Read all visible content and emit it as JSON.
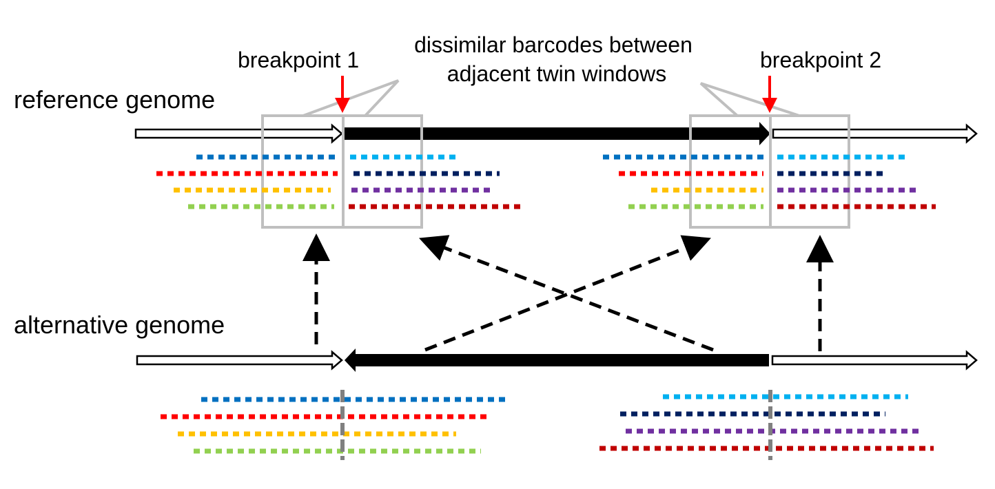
{
  "labels": {
    "reference_genome": "reference genome",
    "alternative_genome": "alternative genome",
    "breakpoint1": "breakpoint 1",
    "breakpoint2": "breakpoint 2",
    "annotation_line1": "dissimilar barcodes between",
    "annotation_line2": "adjacent twin windows"
  },
  "colors": {
    "blue": "#0070c0",
    "red": "#ff0000",
    "orange": "#ffc000",
    "green": "#92d050",
    "light_blue": "#00b0f0",
    "navy": "#002060",
    "purple": "#7030a0",
    "dark_red": "#c00000",
    "window_box": "#bfbfbf",
    "breakpoint_arrow": "#ff0000",
    "junction_mark": "#808080",
    "inverted_segment": "#000000"
  }
}
